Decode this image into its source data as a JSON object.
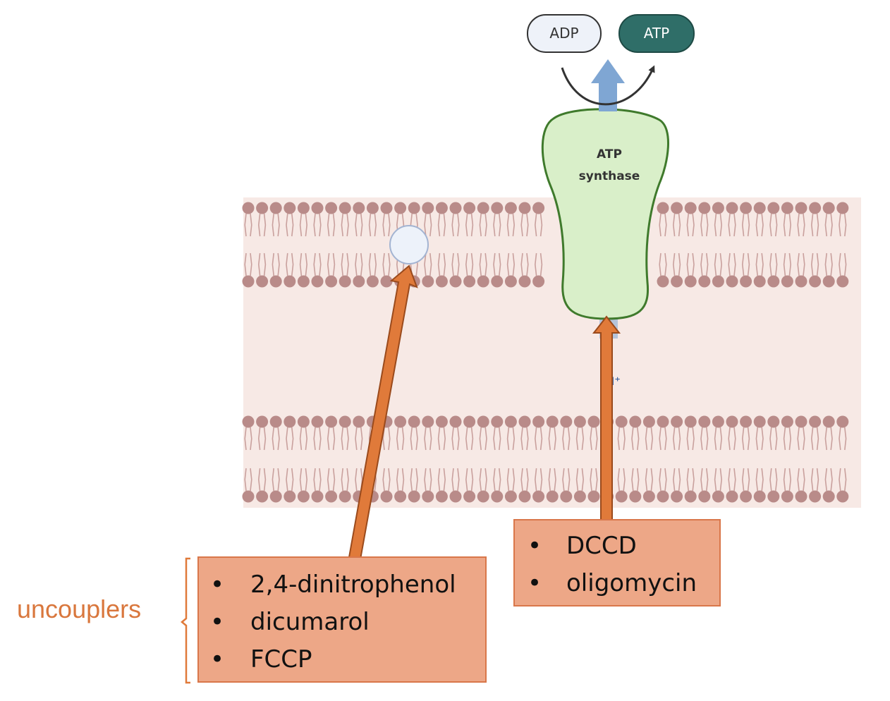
{
  "colors": {
    "membrane_band": "#f7e9e5",
    "lipid_head": "#b98b89",
    "lipid_tail": "#c9a09d",
    "enzyme_fill": "#d9efc9",
    "enzyme_stroke": "#3f7a2c",
    "adp_fill": "#eef2f9",
    "atp_fill": "#2f6e68",
    "proton_arrow": "#7fa6d3",
    "inhibitor_arrow": "#e07a3a",
    "box_fill": "#eda787",
    "box_stroke": "#d9774a",
    "uncouplers_text": "#d9773d"
  },
  "reaction": {
    "substrate": "ADP",
    "product": "ATP"
  },
  "enzyme": {
    "line1": "ATP",
    "line2": "synthase"
  },
  "proton_label": "H⁺",
  "inhibitors_synthase": {
    "items": [
      "DCCD",
      "oligomycin"
    ]
  },
  "uncouplers": {
    "label": "uncouplers",
    "items": [
      "2,4-dinitrophenol",
      "dicumarol",
      "FCCP"
    ]
  },
  "bullet": "•"
}
